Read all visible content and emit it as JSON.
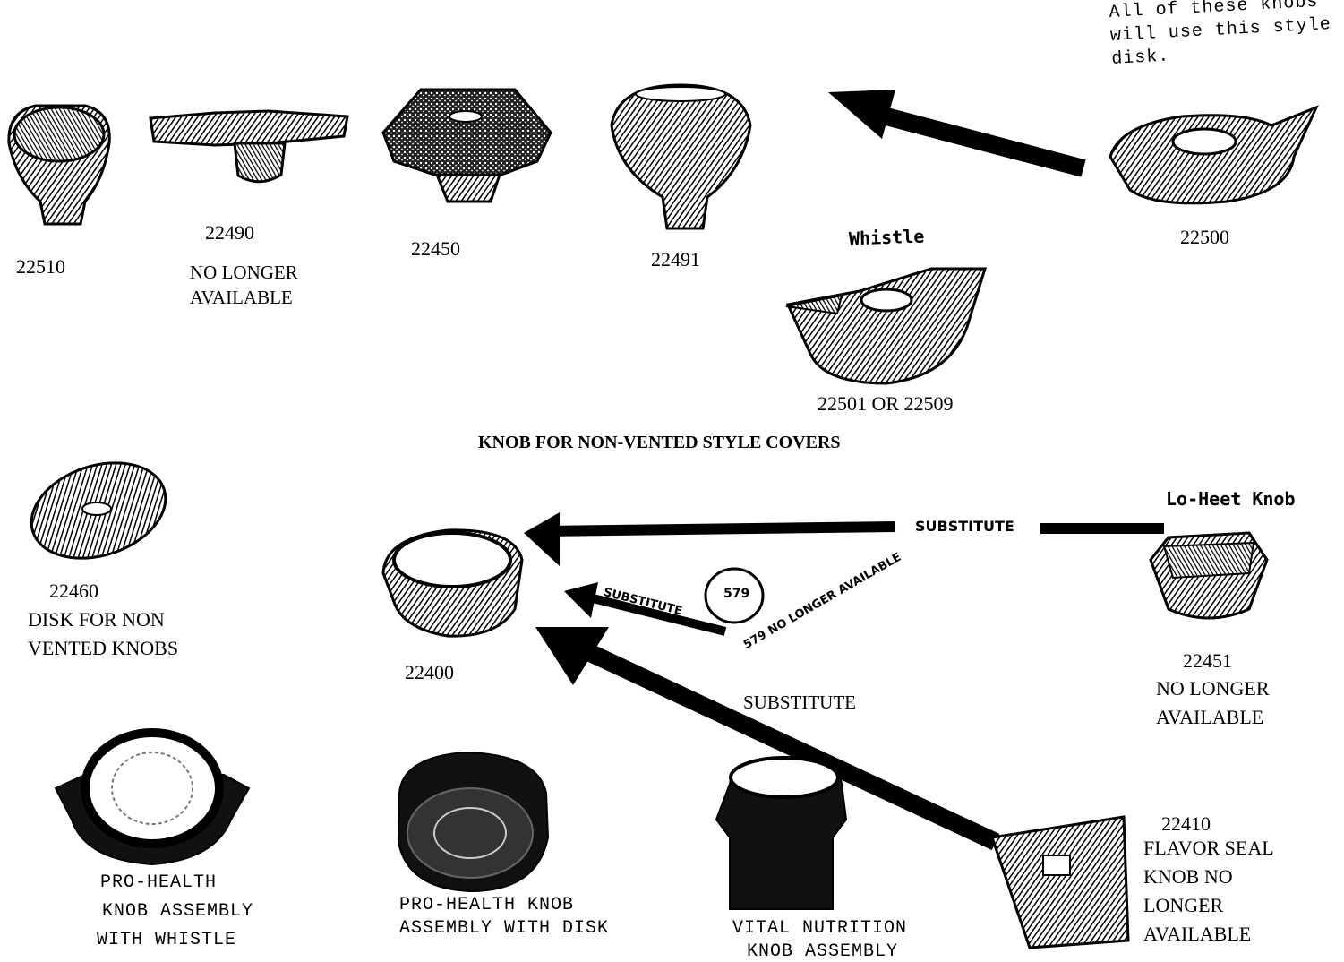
{
  "note_top": [
    "All of these knobs",
    "will use this style",
    "disk."
  ],
  "heading": "KNOB FOR NON-VENTED STYLE COVERS",
  "parts": {
    "p22510": "22510",
    "p22490": "22490",
    "p22490_note": [
      "NO LONGER",
      "AVAILABLE"
    ],
    "p22450": "22450",
    "p22491": "22491",
    "p22500": "22500",
    "whistle_label": "Whistle",
    "p22501": "22501 OR 22509",
    "p22460": "22460",
    "p22460_note": [
      "DISK FOR NON",
      "VENTED KNOBS"
    ],
    "p22400": "22400",
    "lo_heet": "Lo-Heet Knob",
    "substitute_top": "SUBSTITUTE",
    "substitute_small": "SUBSTITUTE",
    "p579_label": "579",
    "p579_note": "579 NO LONGER AVAILABLE",
    "substitute_mid": "SUBSTITUTE",
    "p22451": "22451",
    "p22451_note": [
      "NO LONGER",
      "AVAILABLE"
    ],
    "p22410": "22410",
    "p22410_note": [
      "FLAVOR SEAL",
      "KNOB NO",
      "LONGER",
      "AVAILABLE"
    ]
  },
  "assemblies": {
    "pro_whistle": [
      "PRO-HEALTH",
      "KNOB ASSEMBLY",
      "WITH WHISTLE"
    ],
    "pro_disk": [
      "PRO-HEALTH KNOB",
      "ASSEMBLY WITH DISK"
    ],
    "vital": [
      "VITAL NUTRITION",
      "KNOB ASSEMBLY"
    ]
  },
  "colors": {
    "ink": "#000000",
    "paper": "#ffffff"
  }
}
